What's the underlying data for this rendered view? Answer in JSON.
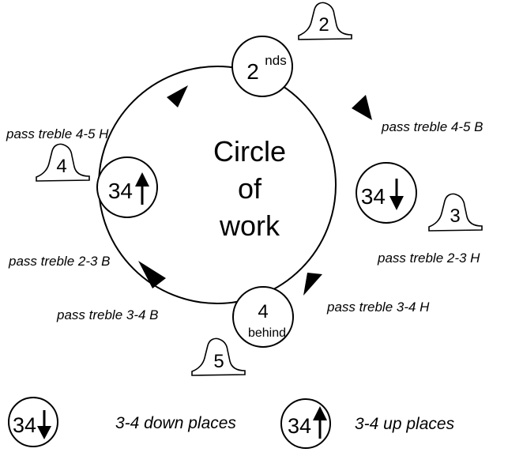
{
  "center": {
    "line1": "Circle",
    "line2": "of",
    "line3": "work"
  },
  "nodes": {
    "top": {
      "main": "2",
      "sup": "nds"
    },
    "right": {
      "main": "34"
    },
    "left": {
      "main": "34"
    },
    "bottom": {
      "main": "4",
      "sub": "behind"
    }
  },
  "bells": {
    "top": "2",
    "right": "3",
    "left": "4",
    "bottom": "5"
  },
  "labels": {
    "top_right": "pass treble 4-5 B",
    "top_left": "pass treble 4-5 H",
    "right_lower": "pass treble 2-3 H",
    "left_lower": "pass treble 2-3 B",
    "bottom_right": "pass treble 3-4 H",
    "bottom_left": "pass treble 3-4 B"
  },
  "legend": {
    "down_symbol": "34",
    "down_label": "3-4 down places",
    "up_symbol": "34",
    "up_label": "3-4 up places"
  }
}
